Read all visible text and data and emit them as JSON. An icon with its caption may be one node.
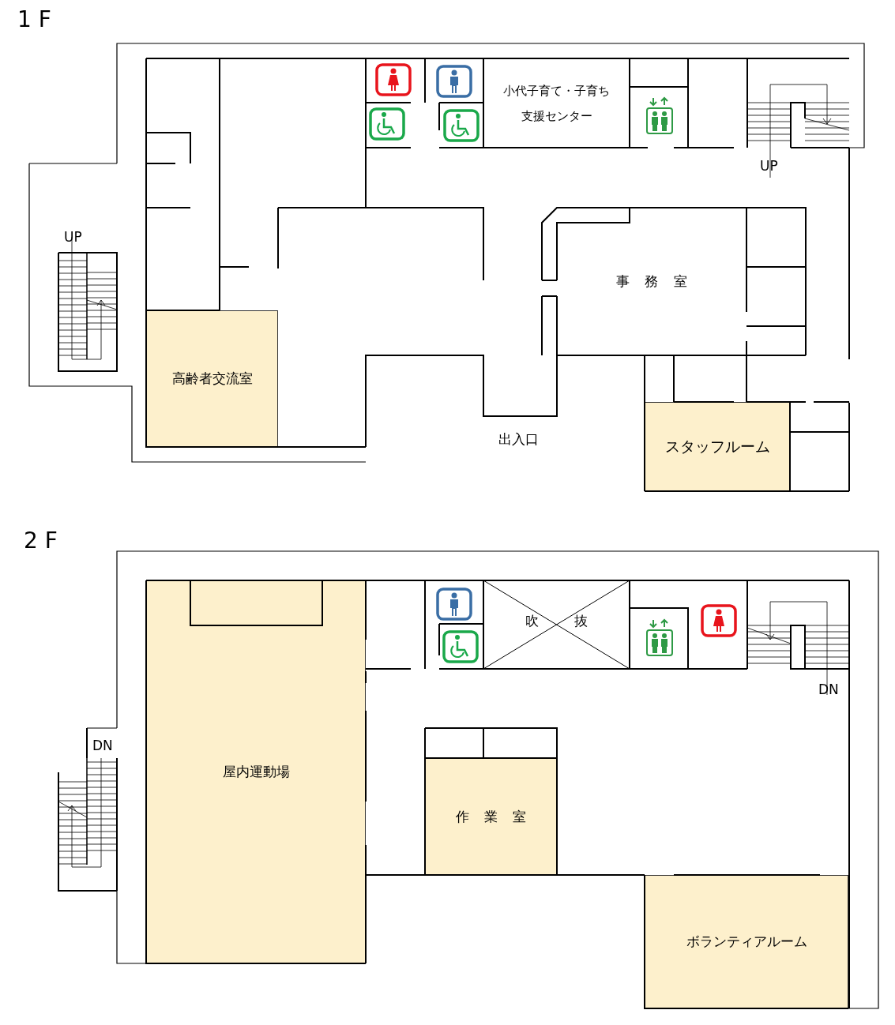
{
  "diagram": {
    "nodes": [
      {
        "text": [
          "小代子育て・子育ち支援センター"
        ]
      },
      {
        "text": [
          "事 務 室"
        ]
      },
      {
        "text": [
          "高齢者交流室"
        ]
      },
      {
        "text": [
          "スタッフルーム"
        ]
      },
      {
        "text": [
          "吹 抜"
        ]
      },
      {
        "text": [
          "屋内運動場"
        ]
      },
      {
        "text": [
          "作 業 室"
        ]
      },
      {
        "text": [
          "ボランティアルーム"
        ]
      }
    ],
    "labels": [
      "1 F",
      "UP",
      "UP",
      "出入口",
      "2 F",
      "DN",
      "DN"
    ]
  }
}
